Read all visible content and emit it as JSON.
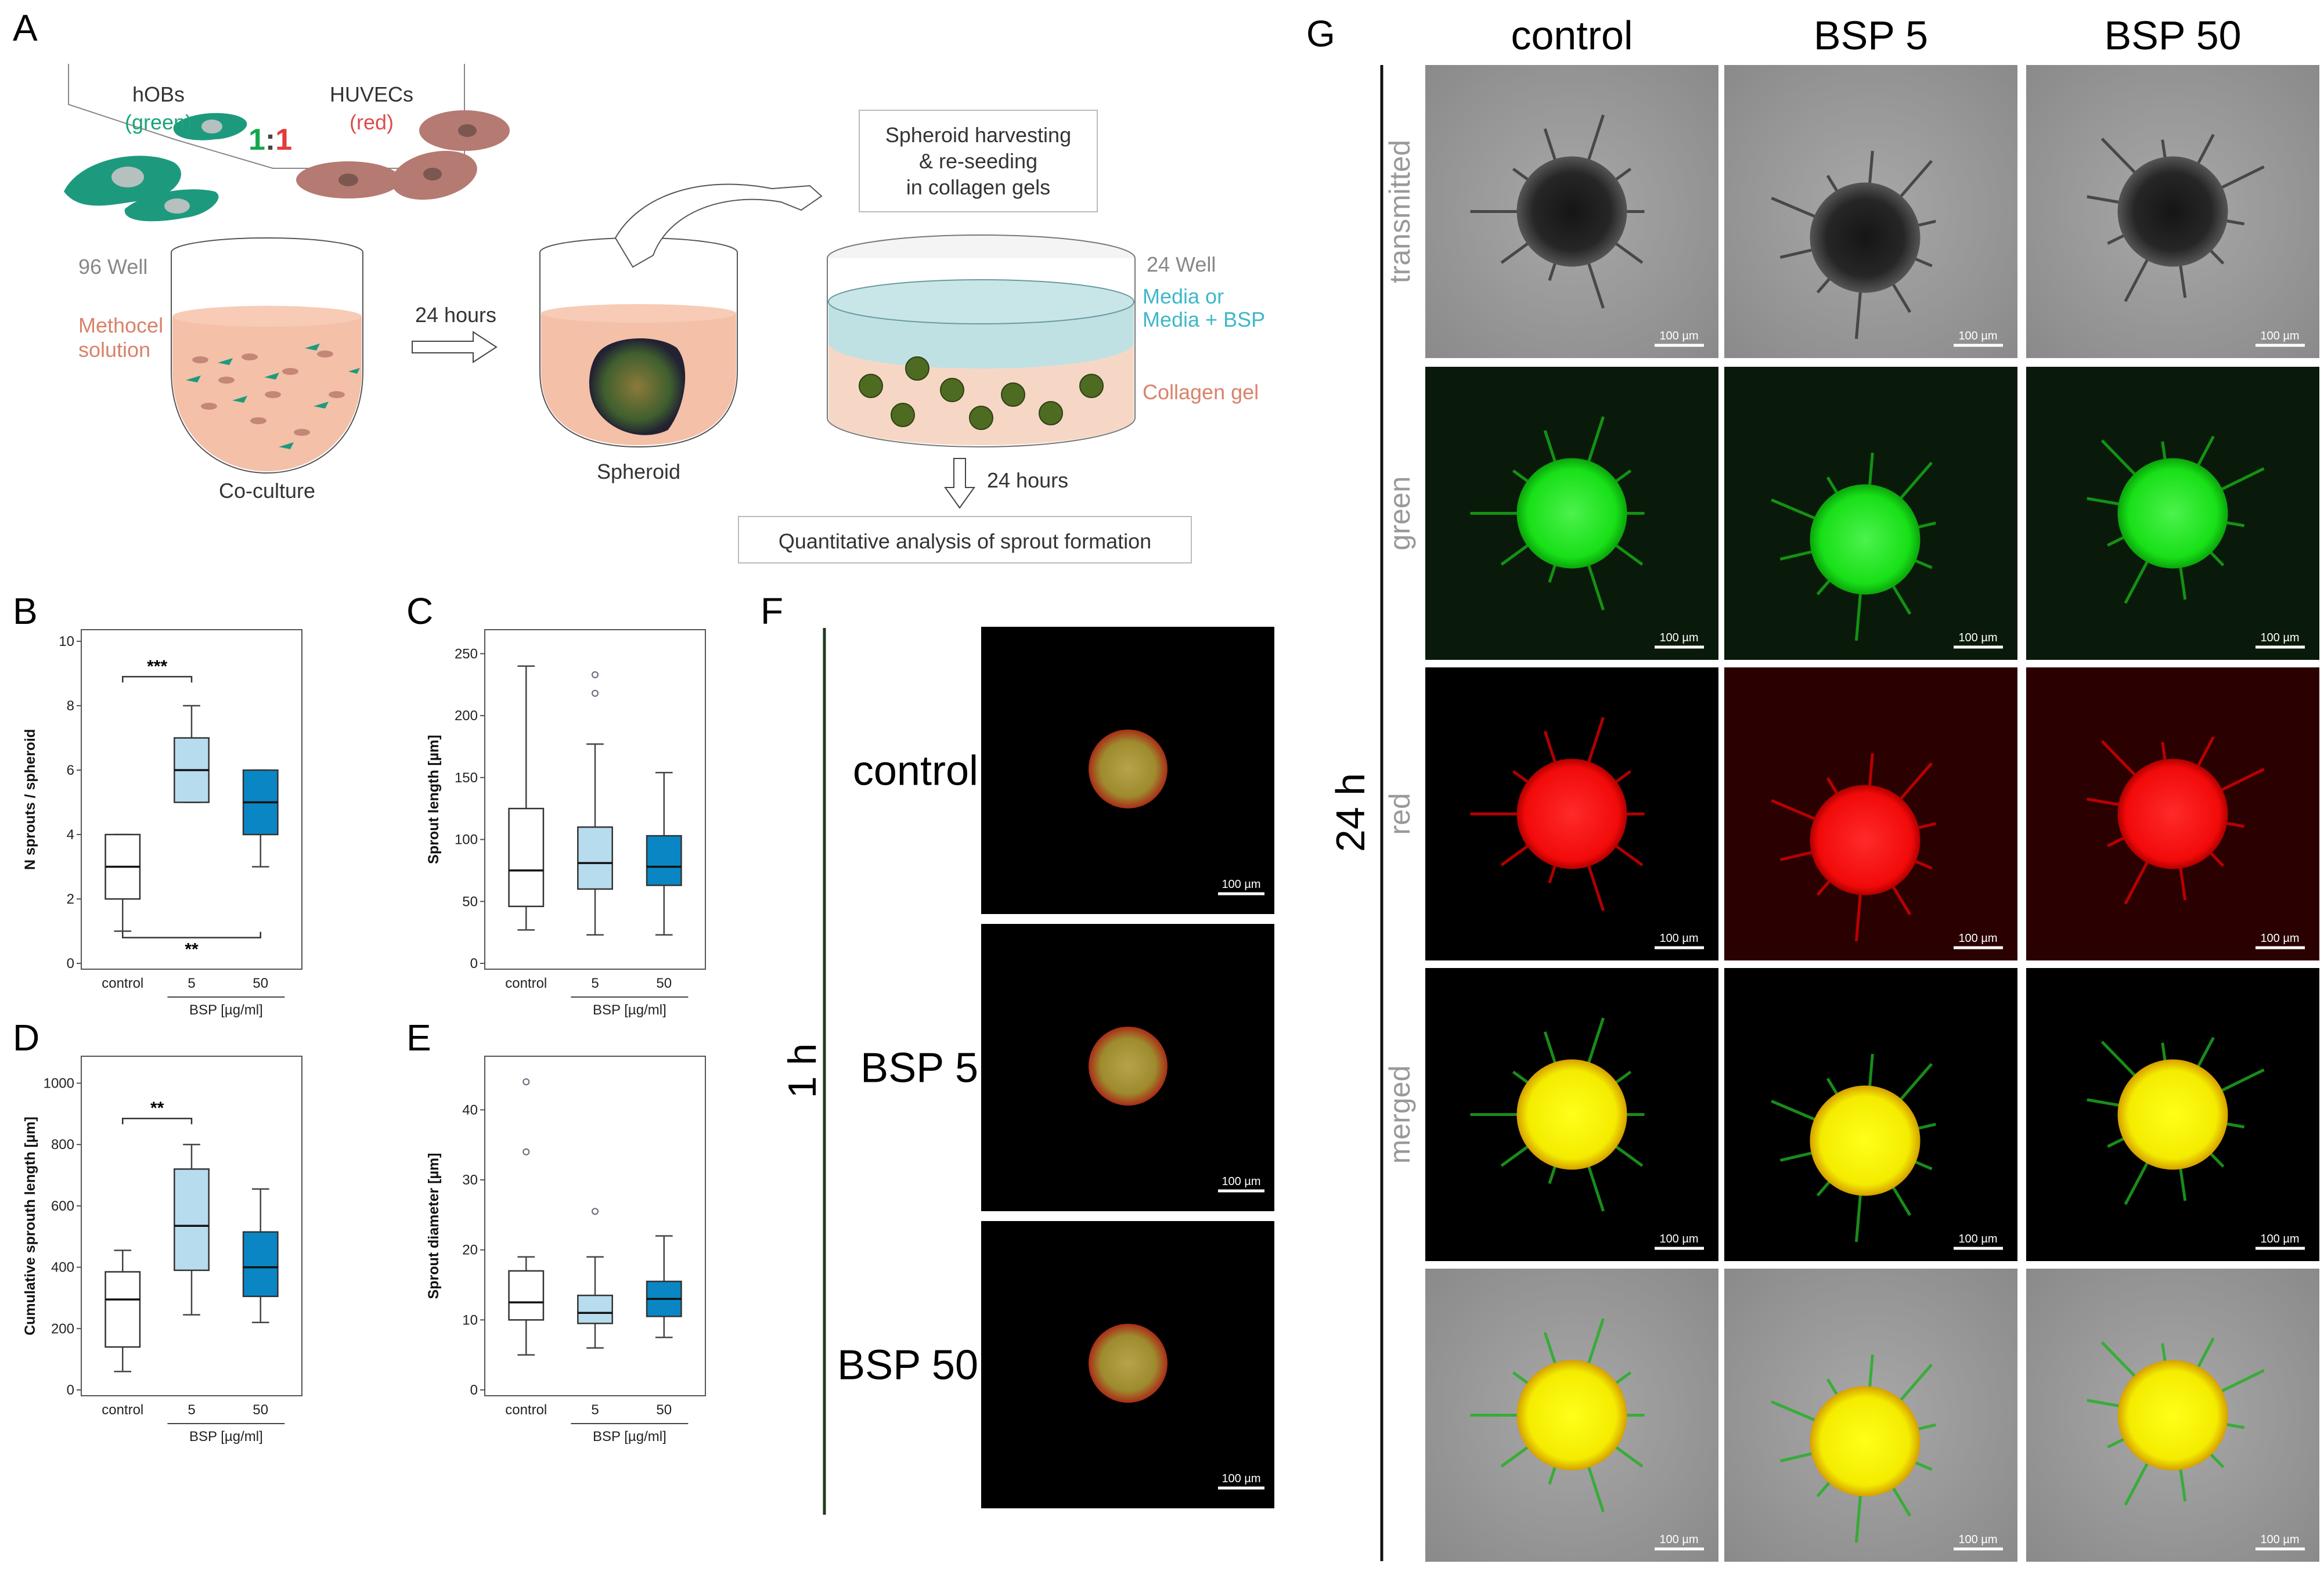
{
  "panels": {
    "A": {
      "letter": "A",
      "cells_green": "hOBs",
      "cells_green_sub": "(green)",
      "cells_red": "HUVECs",
      "cells_red_sub": "(red)",
      "ratio_left": "1",
      "ratio_colon": ":",
      "ratio_right": "1",
      "well96": "96 Well",
      "methocel": "Methocel",
      "solution": "solution",
      "arrow_time": "24 hours",
      "coculture": "Co-culture",
      "spheroid": "Spheroid",
      "harvest_line1": "Spheroid harvesting",
      "harvest_line2": "& re-seeding",
      "harvest_line3": "in collagen gels",
      "well24": "24 Well",
      "media1": "Media or",
      "media2": "Media + BSP",
      "collagen": "Collagen gel",
      "arrow_time2": "24 hours",
      "analysis": "Quantitative analysis of sprout formation"
    },
    "B": {
      "letter": "B"
    },
    "C": {
      "letter": "C"
    },
    "D": {
      "letter": "D"
    },
    "E": {
      "letter": "E"
    },
    "F": {
      "letter": "F",
      "time": "1 h",
      "rows": [
        "control",
        "BSP 5",
        "BSP 50"
      ],
      "scale": "100 µm"
    },
    "G": {
      "letter": "G",
      "time": "24 h",
      "columns": [
        "control",
        "BSP 5",
        "BSP 50"
      ],
      "rows": [
        "transmitted",
        "green",
        "red",
        "merged",
        ""
      ],
      "scale": "100 µm"
    }
  },
  "colors": {
    "control_fill": "#ffffff",
    "bsp5_fill": "#b7dcee",
    "bsp50_fill": "#0a86c4",
    "green_label": "#1aa37a",
    "red_label": "#e04b4b",
    "media_label": "#3fb7c9",
    "collagen_label": "#d9826a"
  },
  "chart_data": [
    {
      "panel": "B",
      "type": "box",
      "ylabel": "N sprouts / spheroid",
      "xlabel": "BSP [µg/ml]",
      "categories": [
        "control",
        "5",
        "50"
      ],
      "ylim": [
        0,
        10
      ],
      "yticks": [
        0,
        2,
        4,
        6,
        8,
        10
      ],
      "boxes": [
        {
          "whislo": 1,
          "q1": 2,
          "med": 3,
          "q3": 4,
          "whishi": 4,
          "outliers": []
        },
        {
          "whislo": 5,
          "q1": 5,
          "med": 6,
          "q3": 7,
          "whishi": 8,
          "outliers": []
        },
        {
          "whislo": 3,
          "q1": 4,
          "med": 5,
          "q3": 6,
          "whishi": 6,
          "outliers": []
        }
      ],
      "significance": [
        {
          "from": 0,
          "to": 1,
          "label": "***",
          "y": 8.9,
          "side": "top"
        },
        {
          "from": 0,
          "to": 2,
          "label": "**",
          "y": 0.8,
          "side": "bottom"
        }
      ]
    },
    {
      "panel": "C",
      "type": "box",
      "ylabel": "Sprout length [µm]",
      "xlabel": "BSP [µg/ml]",
      "categories": [
        "control",
        "5",
        "50"
      ],
      "ylim": [
        0,
        260
      ],
      "yticks": [
        0,
        50,
        100,
        150,
        200,
        250
      ],
      "boxes": [
        {
          "whislo": 27,
          "q1": 46,
          "med": 75,
          "q3": 125,
          "whishi": 240,
          "outliers": []
        },
        {
          "whislo": 23,
          "q1": 60,
          "med": 81,
          "q3": 110,
          "whishi": 177,
          "outliers": [
            218,
            233
          ]
        },
        {
          "whislo": 23,
          "q1": 63,
          "med": 78,
          "q3": 103,
          "whishi": 154,
          "outliers": []
        }
      ],
      "significance": []
    },
    {
      "panel": "D",
      "type": "box",
      "ylabel": "Cumulative sprouth length [µm]",
      "xlabel": "BSP [µg/ml]",
      "categories": [
        "control",
        "5",
        "50"
      ],
      "ylim": [
        0,
        1050
      ],
      "yticks": [
        0,
        200,
        400,
        600,
        800,
        1000
      ],
      "boxes": [
        {
          "whislo": 60,
          "q1": 140,
          "med": 295,
          "q3": 385,
          "whishi": 455,
          "outliers": []
        },
        {
          "whislo": 245,
          "q1": 390,
          "med": 535,
          "q3": 720,
          "whishi": 800,
          "outliers": []
        },
        {
          "whislo": 220,
          "q1": 305,
          "med": 400,
          "q3": 515,
          "whishi": 655,
          "outliers": []
        }
      ],
      "significance": [
        {
          "from": 0,
          "to": 1,
          "label": "**",
          "y": 885,
          "side": "top"
        }
      ]
    },
    {
      "panel": "E",
      "type": "box",
      "ylabel": "Sprout diameter [µm]",
      "xlabel": "BSP [µg/ml]",
      "categories": [
        "control",
        "5",
        "50"
      ],
      "ylim": [
        0,
        46
      ],
      "yticks": [
        0,
        10,
        20,
        30,
        40
      ],
      "boxes": [
        {
          "whislo": 5,
          "q1": 10,
          "med": 12.5,
          "q3": 17,
          "whishi": 19,
          "outliers": [
            34,
            44
          ]
        },
        {
          "whislo": 6,
          "q1": 9.5,
          "med": 11,
          "q3": 13.5,
          "whishi": 19,
          "outliers": [
            25.5
          ]
        },
        {
          "whislo": 7.5,
          "q1": 10.5,
          "med": 13,
          "q3": 15.5,
          "whishi": 22,
          "outliers": []
        }
      ],
      "significance": []
    }
  ]
}
